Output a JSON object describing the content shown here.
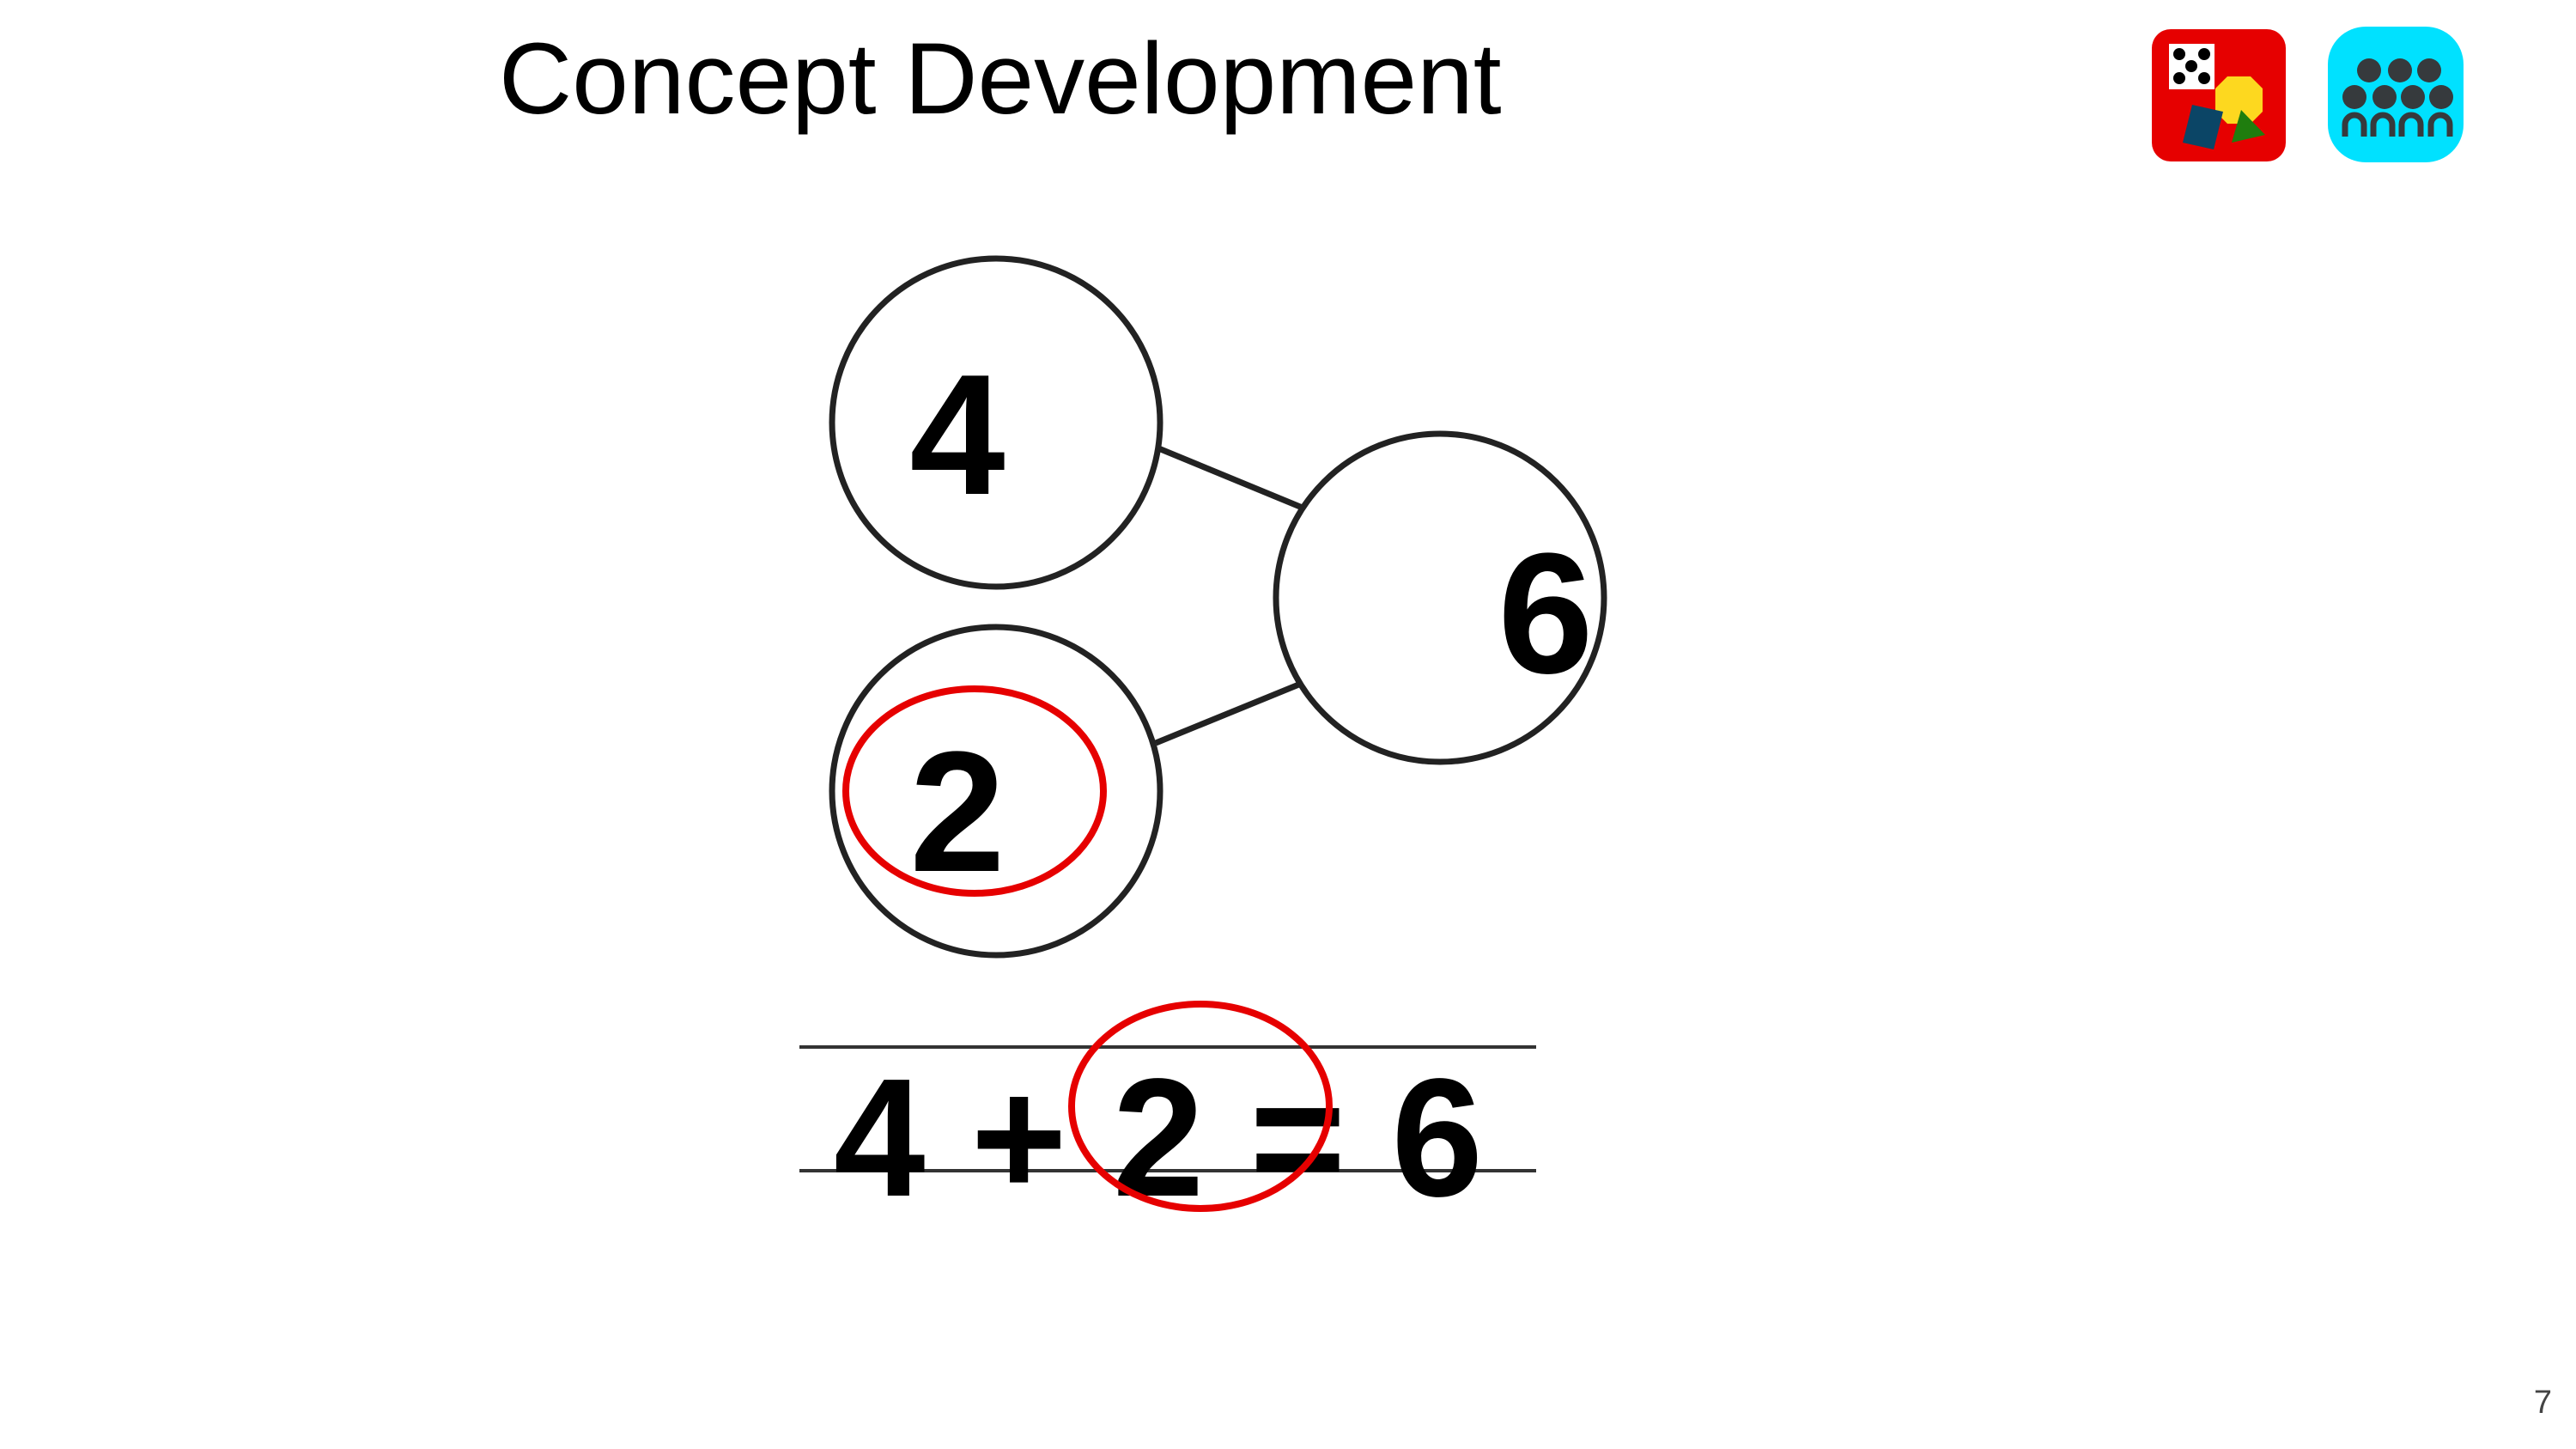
{
  "slide": {
    "title": "Concept Development",
    "page_number": "7"
  },
  "icons": {
    "manipulatives": "manipulatives-app-icon",
    "whole_group": "whole-group-icon"
  },
  "number_bond": {
    "part_a": "4",
    "part_b": "2",
    "whole": "6"
  },
  "equation": {
    "text": "4 + 2 = 6"
  },
  "colors": {
    "highlight": "#e60000",
    "manipulatives_bg": "#e60000",
    "group_bg": "#00e1ff",
    "group_fg": "#363a3d"
  }
}
